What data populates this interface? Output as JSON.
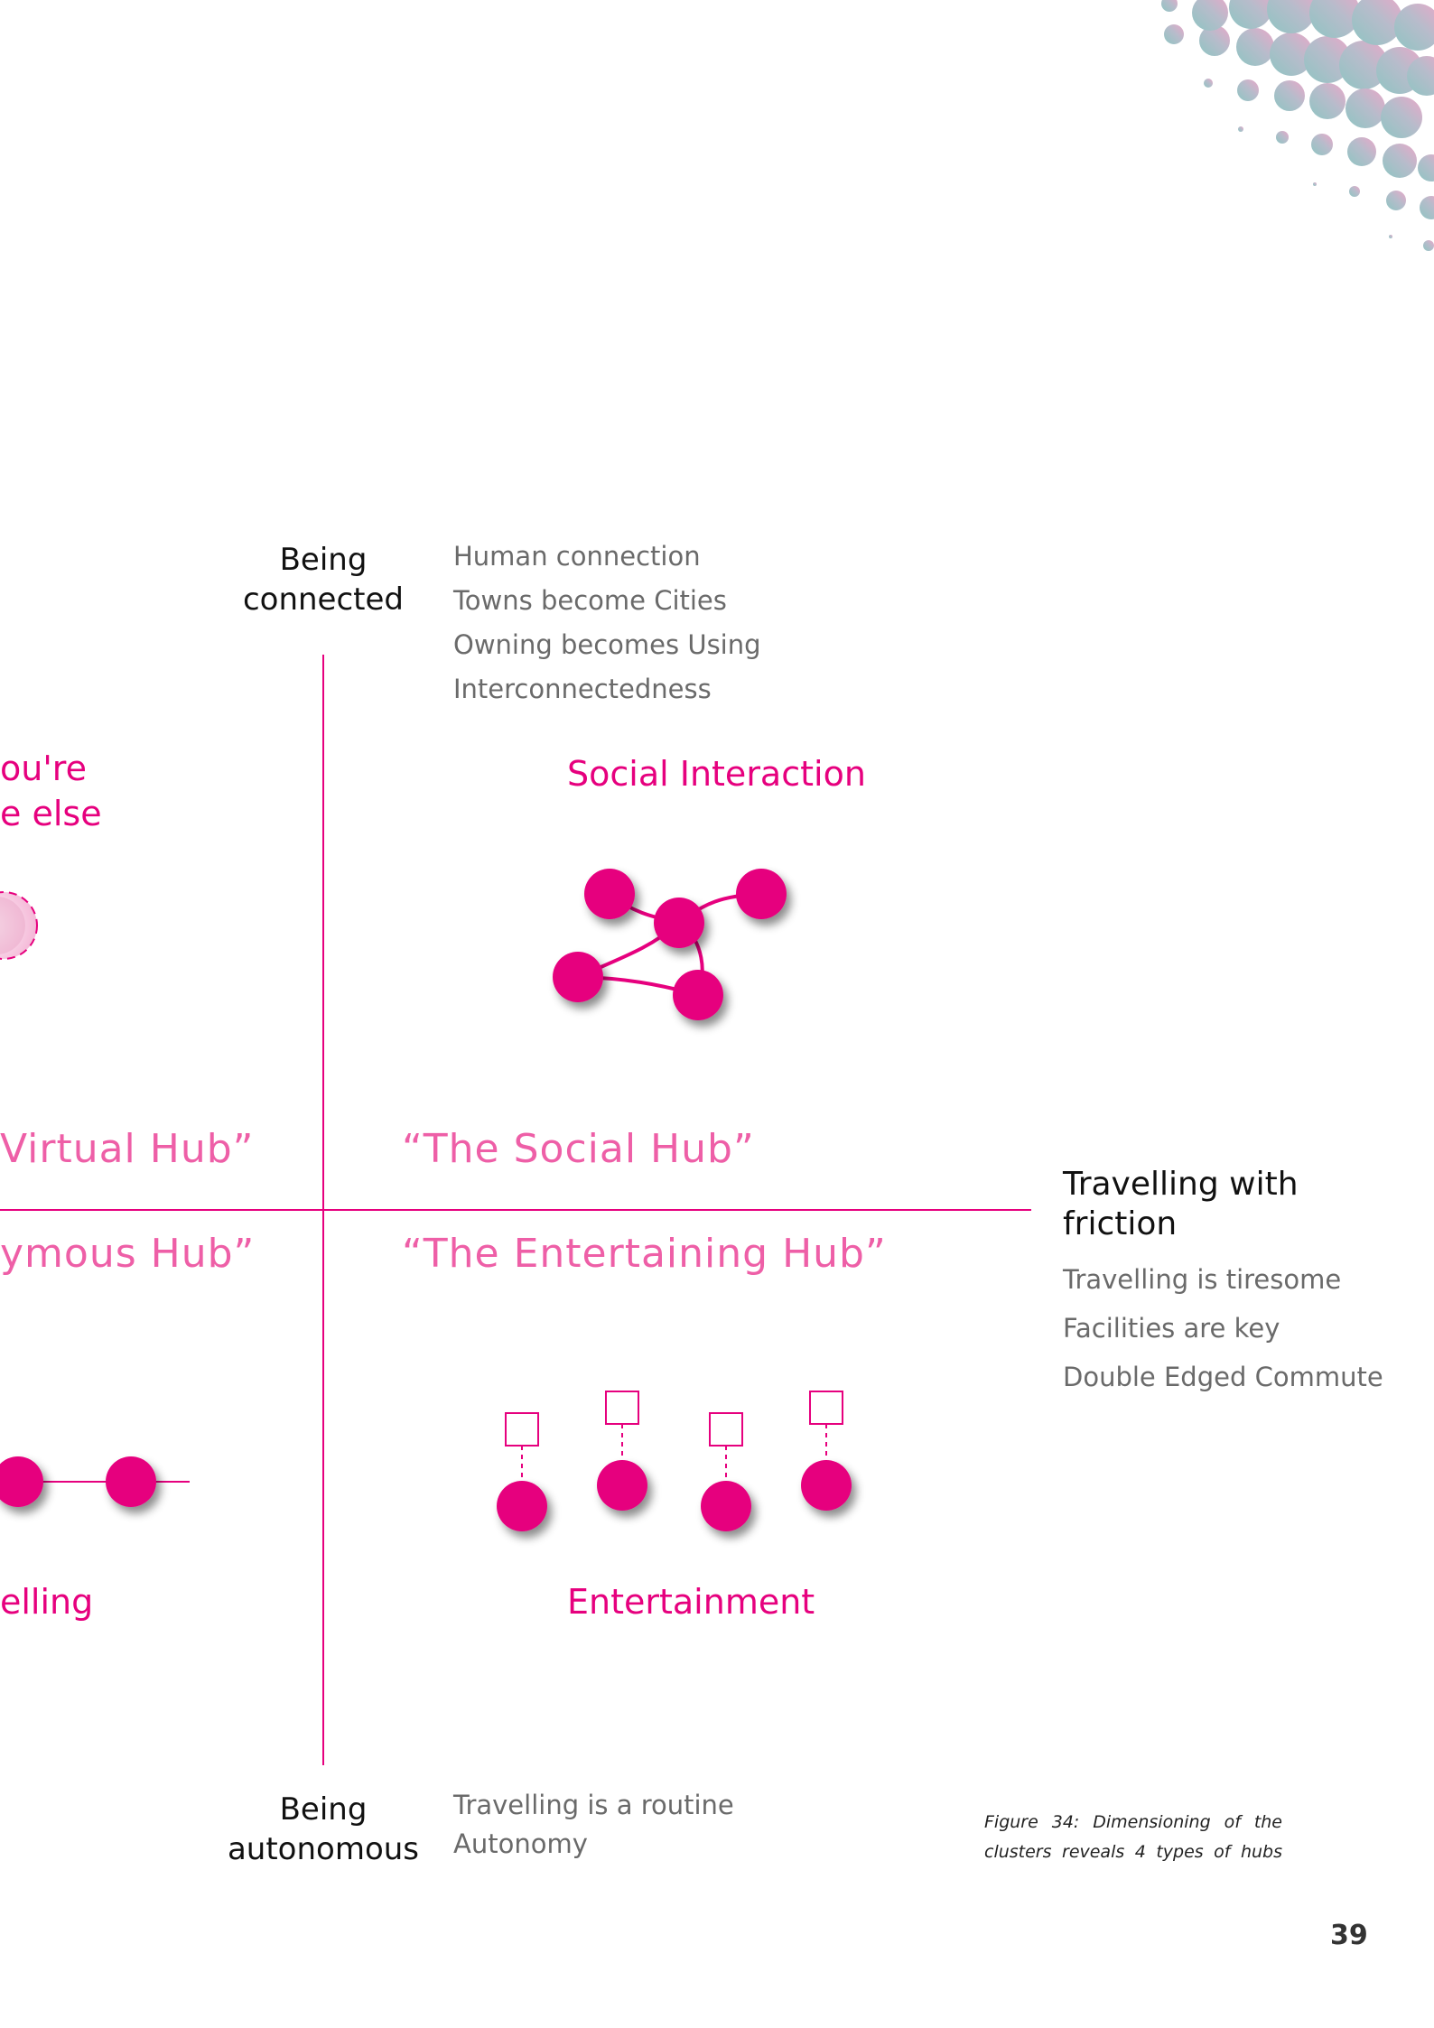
{
  "axis": {
    "top_line1": "Being",
    "top_line2": "connected",
    "bottom_line1": "Being",
    "bottom_line2": "autonomous",
    "right_line1": "Travelling with",
    "right_line2": "friction"
  },
  "top_points": [
    "Human connection",
    "Towns become Cities",
    "Owning becomes Using",
    "Interconnectedness"
  ],
  "right_points": [
    "Travelling is tiresome",
    "Facilities are key",
    "Double Edged Commute"
  ],
  "bottom_points": [
    "Travelling is a routine",
    "Autonomy"
  ],
  "left_cluster": {
    "line1": "ou're",
    "line2": "e else"
  },
  "left_bottom_label": "elling",
  "quadrants": {
    "social_label": "Social Interaction",
    "entertainment_label": "Entertainment"
  },
  "hubs": {
    "virtual": "Virtual Hub”",
    "social": "“The Social Hub”",
    "anonymous": "ymous Hub”",
    "entertaining": "“The Entertaining Hub”"
  },
  "caption": "Figure 34: Dimensioning of the clusters reveals 4 types of hubs",
  "page_number": "39",
  "colors": {
    "accent": "#e6007e",
    "hub_text": "#ee5fa7",
    "decor_teal": "#8fc4c2",
    "decor_pink": "#e9a8c8"
  }
}
